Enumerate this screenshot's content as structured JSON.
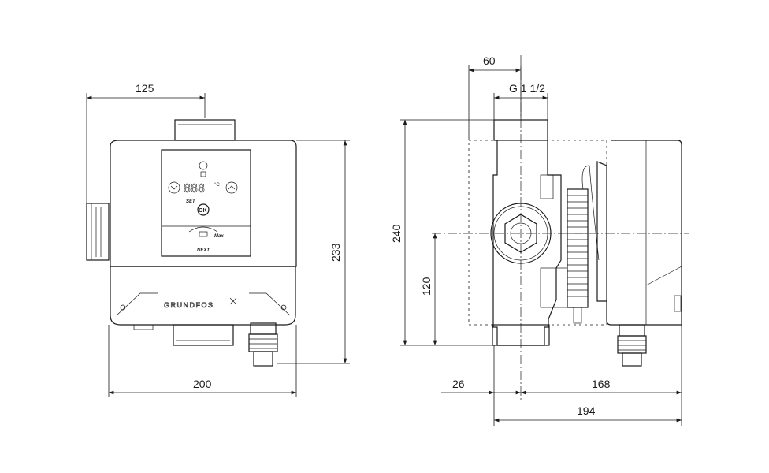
{
  "front_view": {
    "dim_top_offset": "125",
    "dim_height": "233",
    "dim_width": "200",
    "panel": {
      "display": "888",
      "unit": "°C",
      "set": "SET",
      "ok": "OK",
      "max": "Max",
      "next": "NEXT"
    },
    "logo": "GRUNDFOS"
  },
  "side_view": {
    "dim_top": "60",
    "dim_thread": "G 1 1/2",
    "dim_height": "240",
    "dim_half_height": "120",
    "dim_left": "26",
    "dim_right": "168",
    "dim_total": "194"
  },
  "colors": {
    "line": "#1a1a1a",
    "background": "#ffffff"
  }
}
